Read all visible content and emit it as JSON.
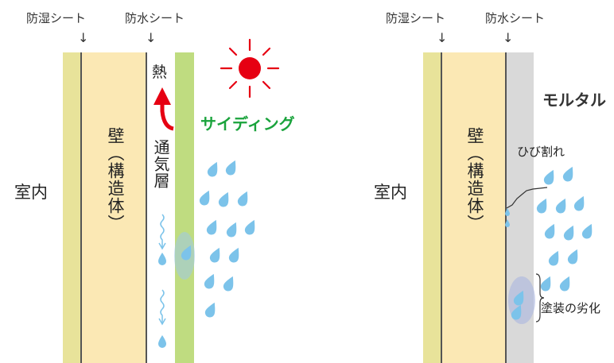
{
  "left": {
    "labels": {
      "moisture_sheet": "防湿シート",
      "waterproof_sheet": "防水シート",
      "room": "室内",
      "wall": "壁（構造体）",
      "heat": "熱",
      "air_layer": "通気層",
      "siding": "サイディング"
    }
  },
  "right": {
    "labels": {
      "moisture_sheet": "防湿シート",
      "waterproof_sheet": "防水シート",
      "room": "室内",
      "wall": "壁（構造体）",
      "mortar": "モルタル",
      "crack": "ひび割れ",
      "paint_degradation": "塗装の劣化"
    }
  },
  "colors": {
    "moisture_layer": "#e8e39a",
    "wall": "#fbe8b4",
    "siding": "#bfdc80",
    "mortar": "#d9d9d9",
    "sun": "#e60012",
    "heat_arrow": "#e60012",
    "siding_text": "#1aa33c",
    "rain": "#7cc3ea",
    "air_arrow": "#7cc3ea"
  }
}
